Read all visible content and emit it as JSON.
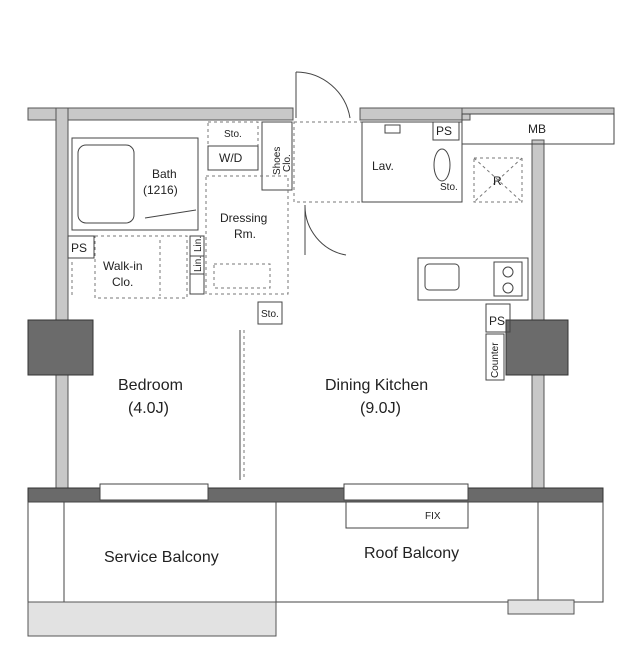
{
  "rooms": {
    "bath": "Bath",
    "bath_size": "(1216)",
    "wd": "W/D",
    "sto_top": "Sto.",
    "shoes": "Shoes",
    "clo": "Clo.",
    "dressing": "Dressing",
    "dressing_rm": "Rm.",
    "lav": "Lav.",
    "ps_top": "PS",
    "mb": "MB",
    "sto_lav": "Sto.",
    "r": "R",
    "ps_left": "PS",
    "walkin": "Walk-in",
    "walkin_clo": "Clo.",
    "lin1": "Lin.",
    "lin2": "Lin.",
    "sto_mid": "Sto.",
    "ps_right": "PS",
    "counter": "Counter",
    "bedroom": "Bedroom",
    "bedroom_size": "(4.0J)",
    "dining": "Dining Kitchen",
    "dining_size": "(9.0J)",
    "fix": "FIX",
    "service_balcony": "Service Balcony",
    "roof_balcony": "Roof Balcony"
  }
}
